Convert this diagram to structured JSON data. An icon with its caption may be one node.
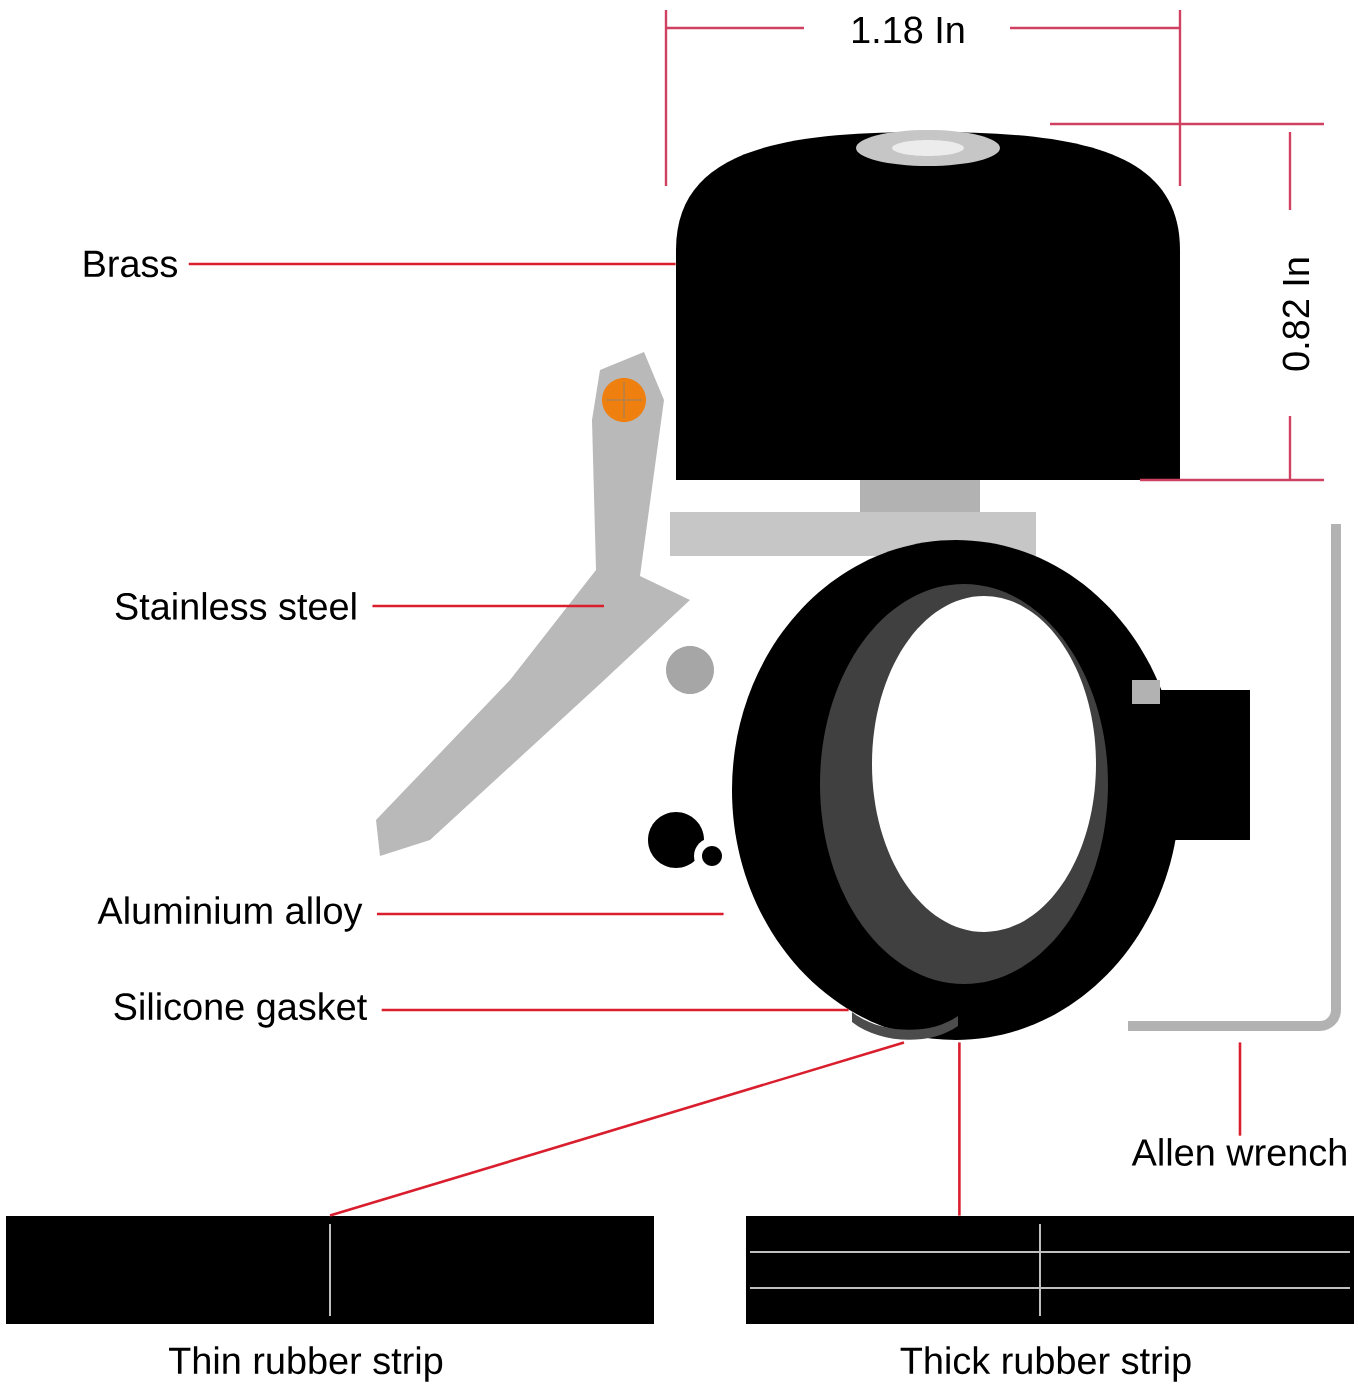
{
  "diagram": {
    "nodes": [
      {
        "text": [
          "Brass"
        ]
      },
      {
        "text": [
          "Stainless steel"
        ]
      },
      {
        "text": [
          "Aluminium alloy"
        ]
      },
      {
        "text": [
          "Silicone gasket"
        ]
      },
      {
        "text": [
          "Allen wrench"
        ]
      },
      {
        "text": [
          "Thin rubber strip"
        ]
      },
      {
        "text": [
          "Thick rubber strip"
        ]
      },
      {
        "text": [],
        "shape": "picture"
      },
      {
        "text": [],
        "shape": "picture"
      },
      {
        "text": [],
        "shape": "picture"
      },
      {
        "text": [],
        "shape": "picture",
        "in": 9
      },
      {
        "text": [],
        "shape": "picture"
      },
      {
        "text": [],
        "shape": "bar"
      },
      {
        "text": [],
        "shape": "bar"
      }
    ],
    "edges": [
      {
        "from": 0,
        "to": 7,
        "arrow": "none"
      },
      {
        "from": 1,
        "to": 8,
        "arrow": "none"
      },
      {
        "from": 2,
        "to": 9,
        "arrow": "none"
      },
      {
        "from": 3,
        "to": 10,
        "arrow": "none"
      },
      {
        "from": 4,
        "to": 11,
        "arrow": "none"
      },
      {
        "from": 10,
        "to": 12,
        "arrow": "none"
      },
      {
        "from": 10,
        "to": 13,
        "arrow": "none"
      }
    ],
    "labels": [
      "1.18 In",
      "0.82 In"
    ]
  }
}
